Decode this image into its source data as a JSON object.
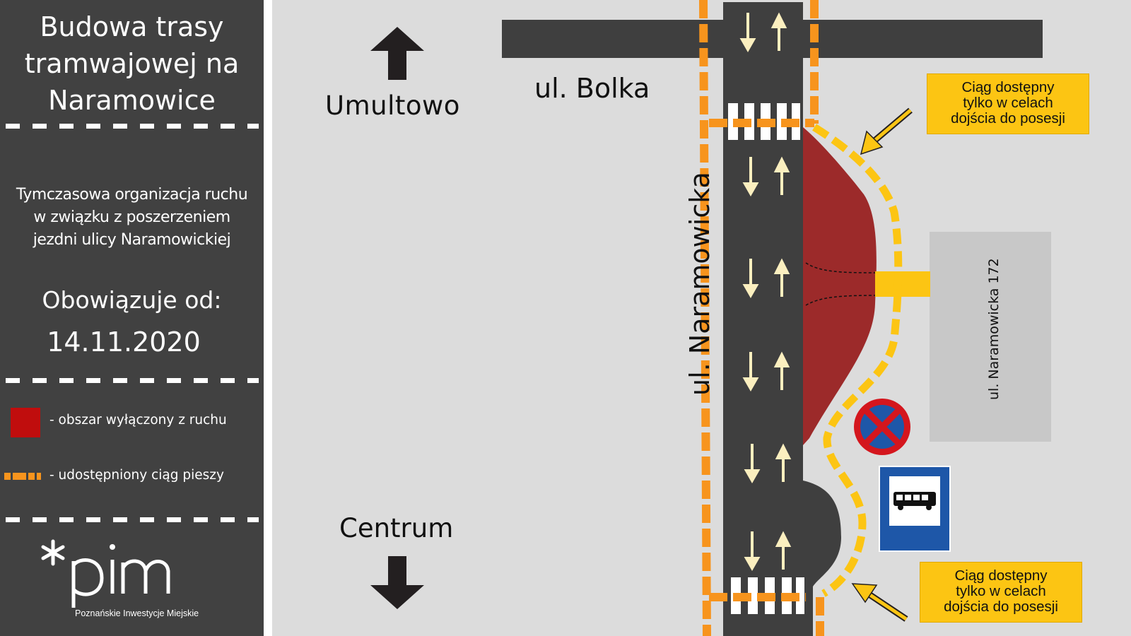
{
  "sidebar": {
    "title_lines": [
      "Budowa  trasy",
      "tramwajowej na",
      "Naramowice"
    ],
    "description_lines": [
      "Tymczasowa organizacja ruchu",
      "w związku z poszerzeniem",
      "jezdni ulicy Naramowickiej"
    ],
    "valid_from_label": "Obowiązuje od:",
    "valid_from_date": "14.11.2020",
    "legend": [
      {
        "symbol": "red-square",
        "text": "- obszar wyłączony z ruchu",
        "color": "#c00d0d"
      },
      {
        "symbol": "orange-dashed-line",
        "text": "- udostępniony ciąg pieszy",
        "color": "#f7941d"
      }
    ],
    "logo": {
      "mark": "*pim",
      "subtitle": "Poznańskie Inwestycje Miejskie"
    }
  },
  "map": {
    "direction_top": "Umultowo",
    "direction_bottom": "Centrum",
    "streets": {
      "cross_street": "ul. Bolka",
      "main_street": "ul. Naramowicka",
      "property": "ul. Naramowicka 172"
    },
    "notes": [
      {
        "lines": [
          "Ciąg dostępny",
          "tylko w celach",
          "dojścia do posesji"
        ]
      },
      {
        "lines": [
          "Ciąg dostępny",
          "tylko w celach",
          "dojścia do posesji"
        ]
      }
    ],
    "signs": [
      "no-stopping-sign",
      "bus-stop-sign"
    ],
    "colors": {
      "road": "#3f3f3f",
      "background": "#dcdcdc",
      "closed_area": "#9c2a2a",
      "pedestrian_path": "#f7941d",
      "pedestrian_path_light": "#fcc513",
      "lane_arrows": "#fbefbf",
      "note_box": "#fcc513",
      "sidebar": "#414141"
    }
  }
}
